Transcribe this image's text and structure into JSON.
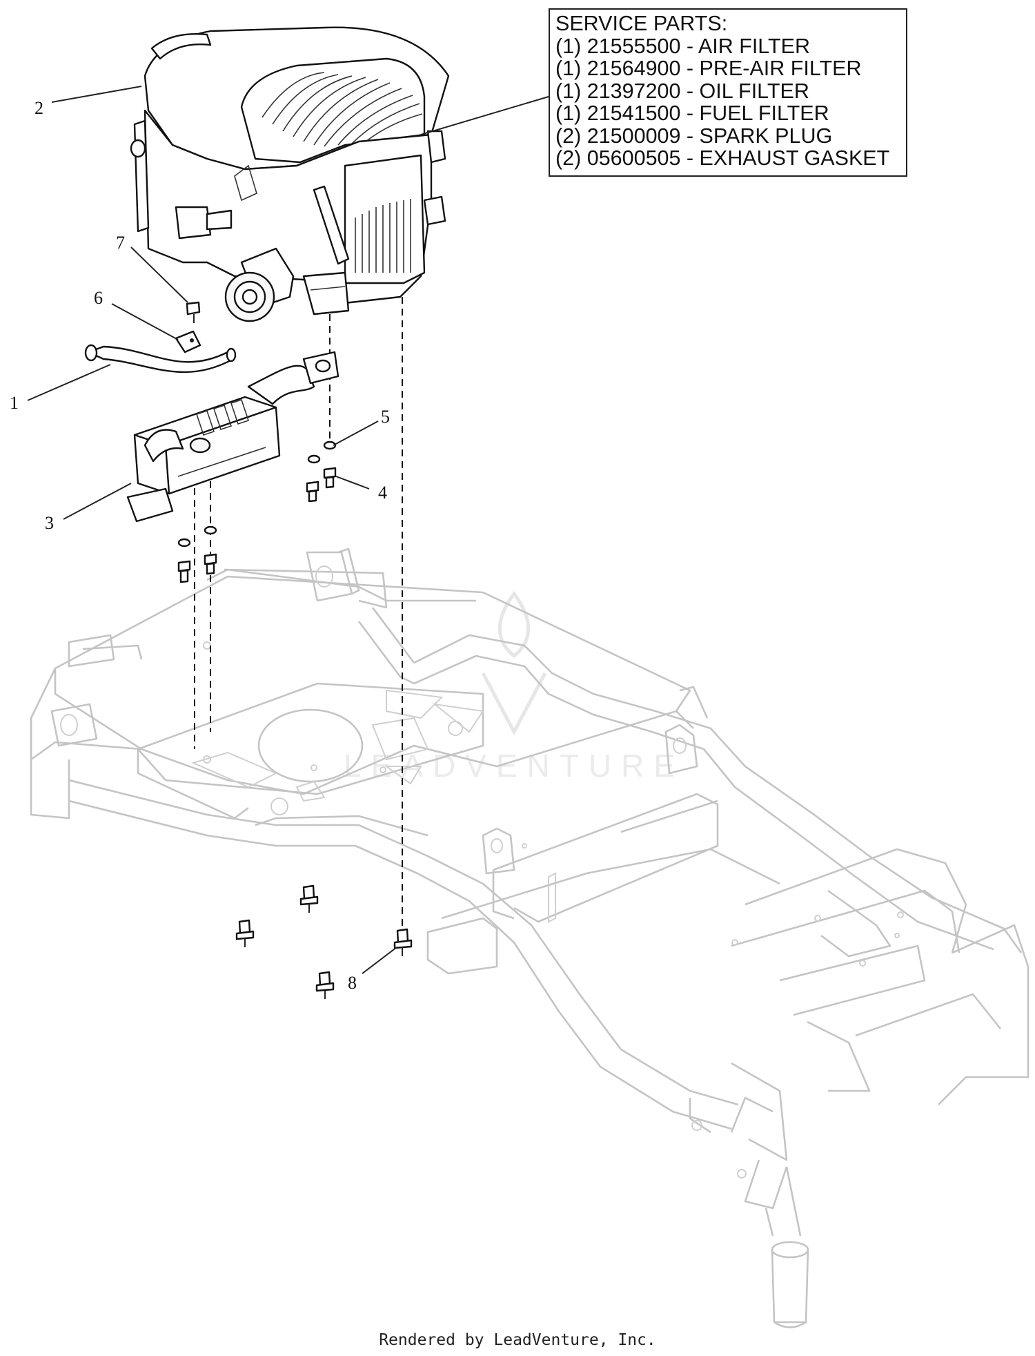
{
  "service_parts": {
    "title": "SERVICE PARTS:",
    "lines": [
      "(1) 21555500 - AIR FILTER",
      "(1) 21564900 - PRE-AIR FILTER",
      "(1) 21397200 - OIL FILTER",
      "(1) 21541500 - FUEL FILTER",
      "(2) 21500009 - SPARK PLUG",
      "(2) 05600505 - EXHAUST GASKET"
    ]
  },
  "callouts": [
    "1",
    "2",
    "3",
    "4",
    "5",
    "6",
    "7",
    "8"
  ],
  "watermark": "LEADVENTURE",
  "footer": "Rendered by LeadVenture, Inc."
}
